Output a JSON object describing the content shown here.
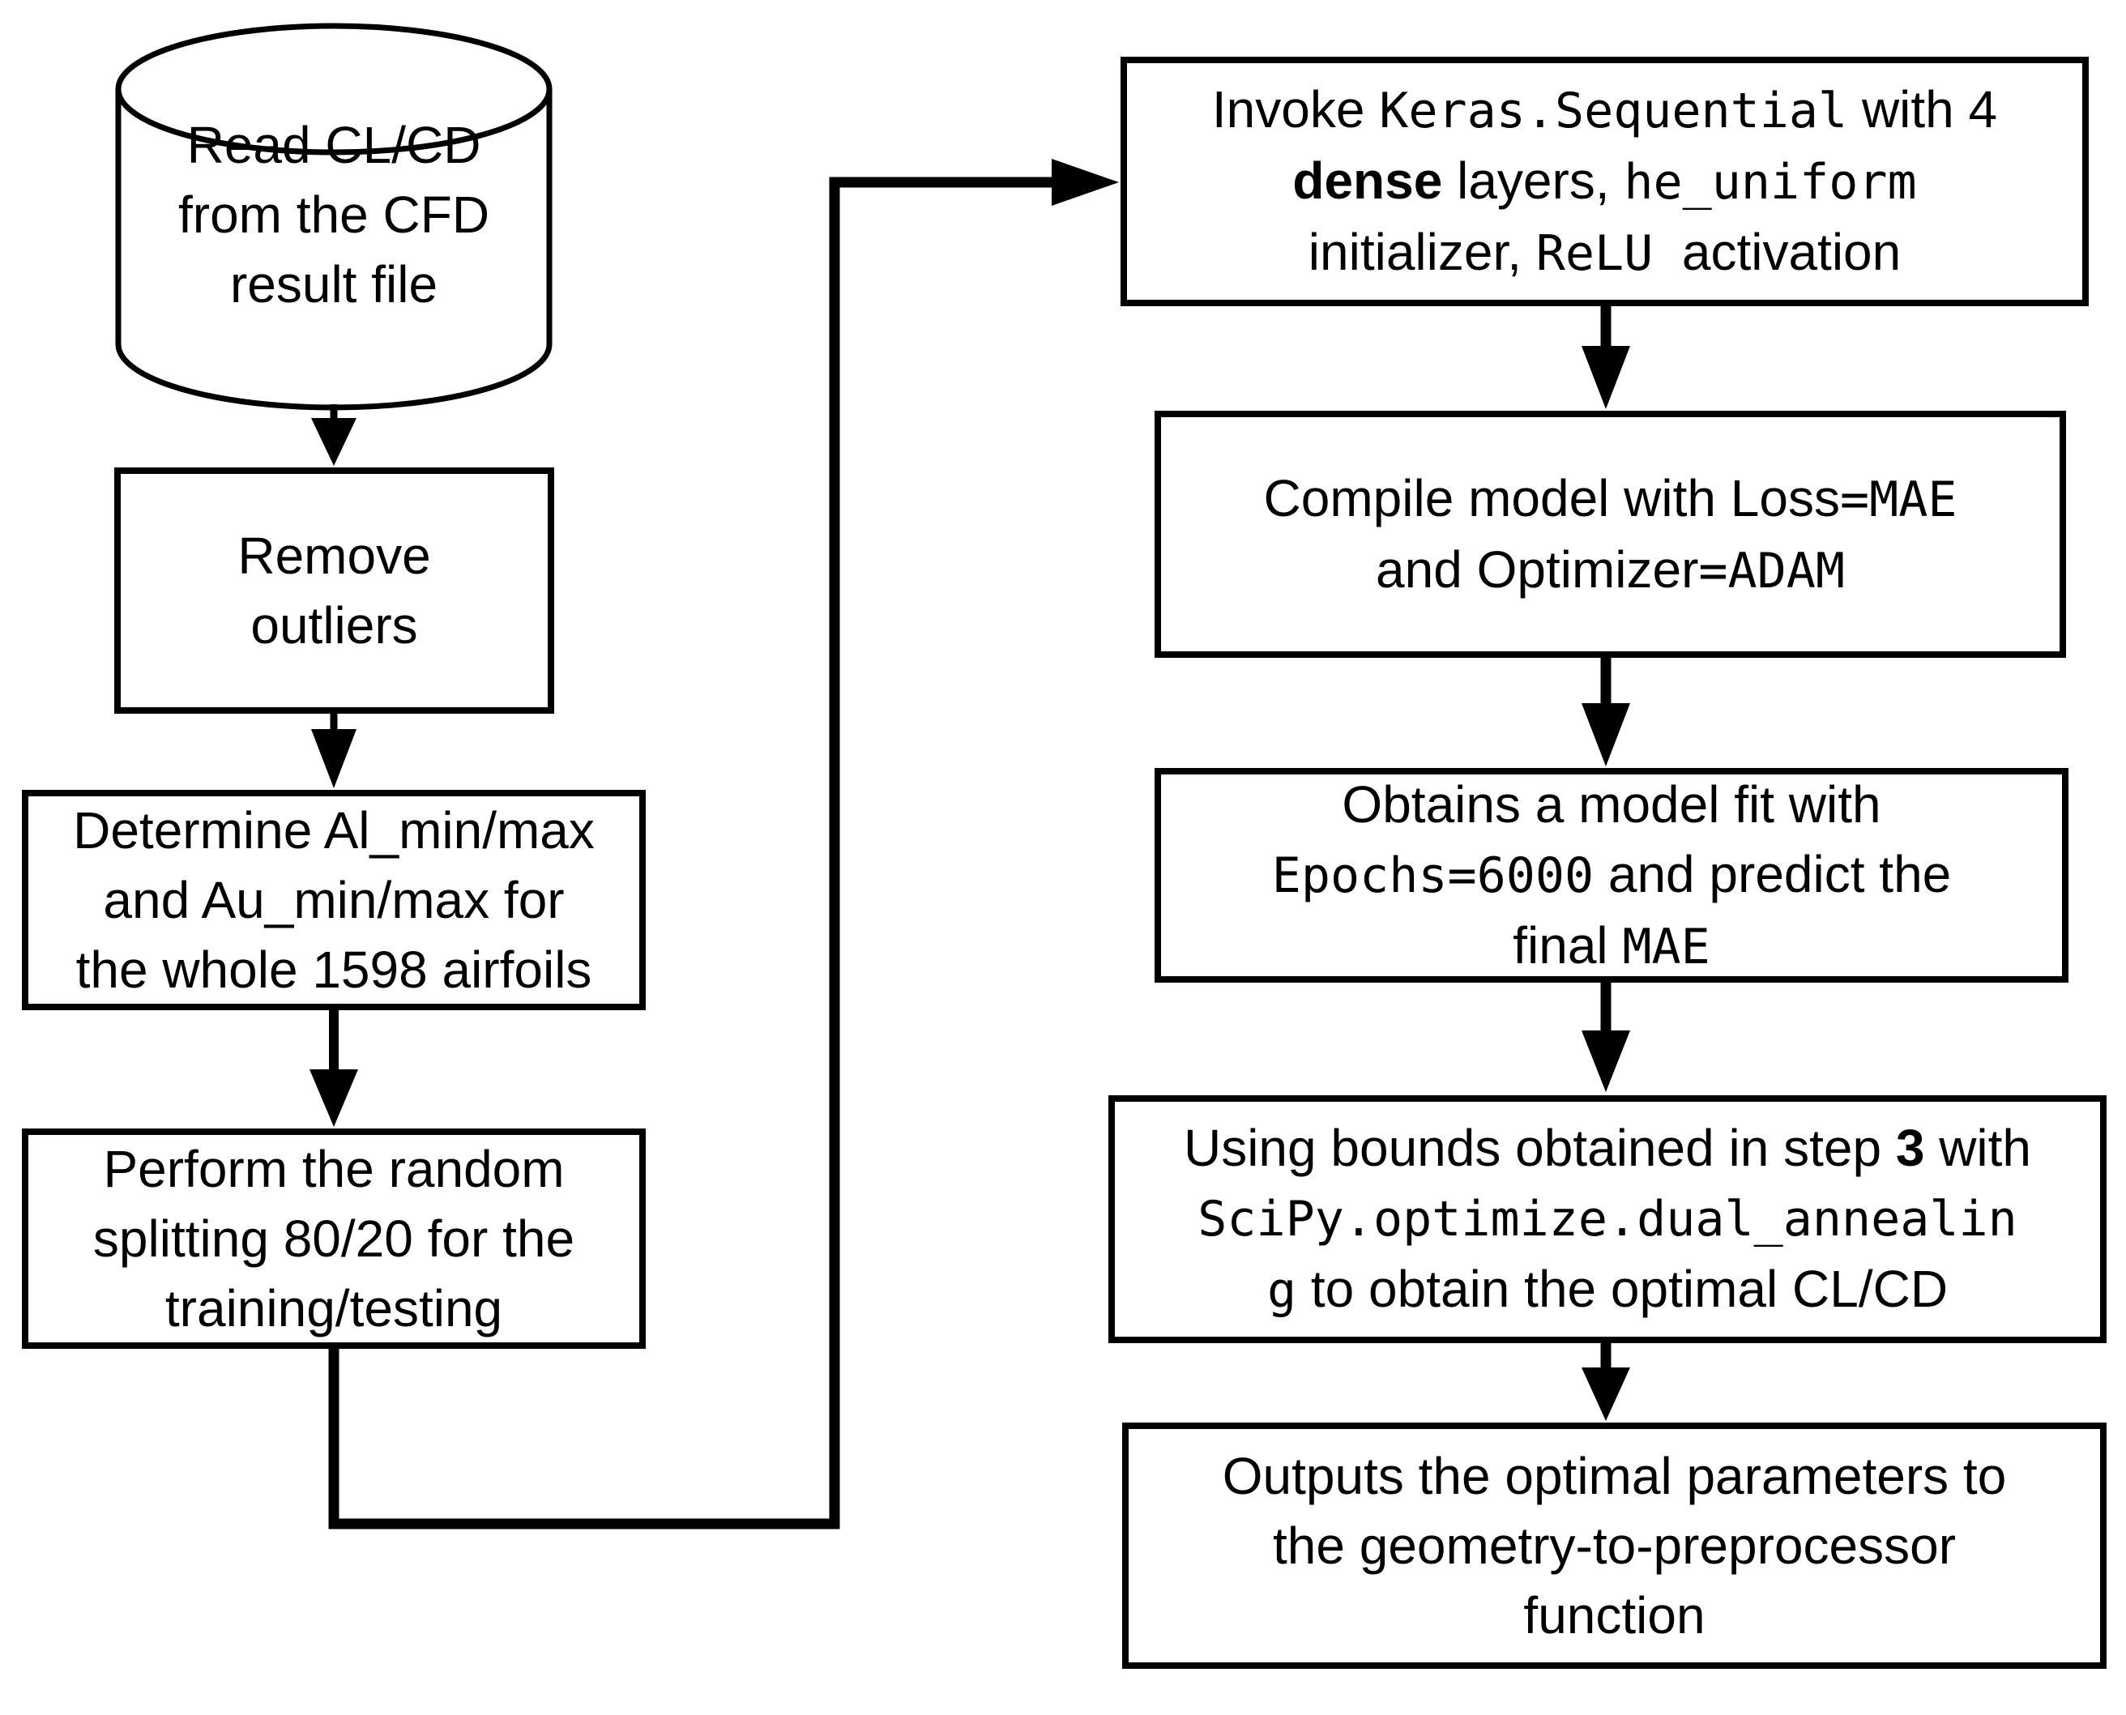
{
  "diagram": {
    "background_color": "#ffffff",
    "line_color": "#000000",
    "nodes": {
      "read_cfd": {
        "shape": "cylinder",
        "l1": "Read CL/CD",
        "l2": "from the CFD",
        "l3": "result file"
      },
      "remove_outliers": {
        "shape": "rect",
        "l1": "Remove",
        "l2": "outliers"
      },
      "determine_bounds": {
        "shape": "rect",
        "l1": "Determine Al_min/max",
        "l2": "and Au_min/max for",
        "l3": "the whole 1598 airfoils"
      },
      "random_split": {
        "shape": "rect",
        "l1": "Perform the random",
        "l2": "splitting 80/20 for the",
        "l3": "training/testing"
      },
      "invoke_keras": {
        "shape": "rect",
        "l1a": "Invoke ",
        "l1b": "Keras.Sequential",
        "l1c": " with 4",
        "l2a": "dense",
        "l2b": " layers, ",
        "l2c": "he_uniform",
        "l3a": "initializer, ",
        "l3b": "ReLU",
        "l3c": "  activation"
      },
      "compile_model": {
        "shape": "rect",
        "l1a": "Compile model with Loss",
        "l1b": "=MAE",
        "l2a": "and Optimizer",
        "l2b": "=ADAM"
      },
      "model_fit": {
        "shape": "rect",
        "l1": "Obtains a model fit with",
        "l2a": "Epochs=6000",
        "l2b": " and predict the",
        "l3a": "final ",
        "l3b": "MAE"
      },
      "dual_annealing": {
        "shape": "rect",
        "l1a": "Using bounds obtained in step ",
        "l1b": "3",
        "l1c": " with",
        "l2": "SciPy.optimize.dual_annealin",
        "l3a": "g",
        "l3b": " to obtain the optimal CL/CD"
      },
      "output_params": {
        "shape": "rect",
        "l1": "Outputs the optimal parameters to",
        "l2": "the geometry-to-preprocessor",
        "l3": "function"
      }
    },
    "edges": [
      {
        "from": "read_cfd",
        "to": "remove_outliers"
      },
      {
        "from": "remove_outliers",
        "to": "determine_bounds"
      },
      {
        "from": "determine_bounds",
        "to": "random_split"
      },
      {
        "from": "random_split",
        "to": "invoke_keras"
      },
      {
        "from": "invoke_keras",
        "to": "compile_model"
      },
      {
        "from": "compile_model",
        "to": "model_fit"
      },
      {
        "from": "model_fit",
        "to": "dual_annealing"
      },
      {
        "from": "dual_annealing",
        "to": "output_params"
      }
    ]
  }
}
